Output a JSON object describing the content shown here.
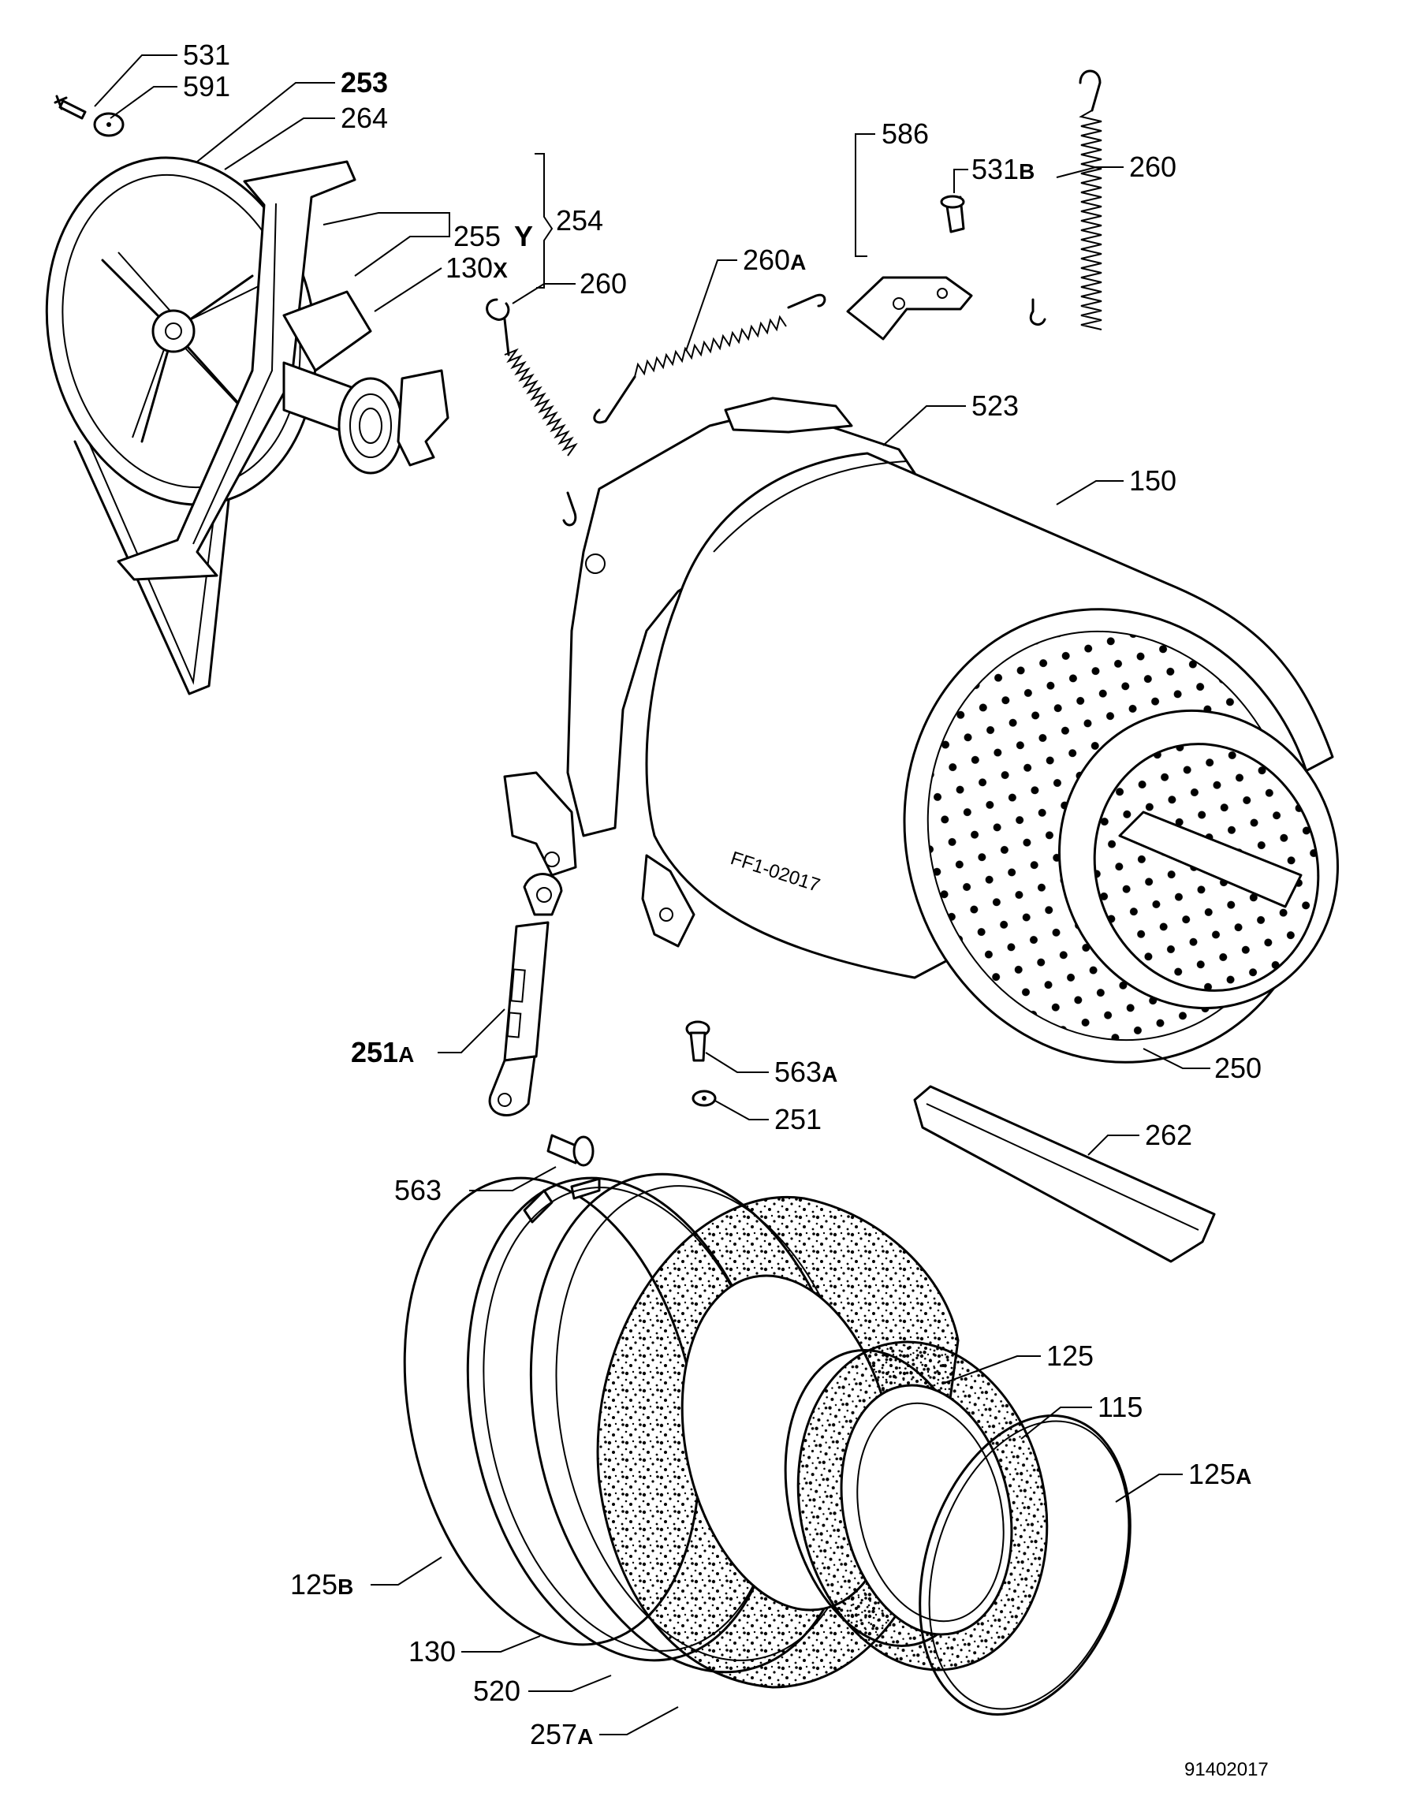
{
  "labels": {
    "l531": "531",
    "l591": "591",
    "l253": "253",
    "l264": "264",
    "l255": "255",
    "lY": "Y",
    "l254": "254",
    "l130x": "130",
    "l130x_suffix": "X",
    "l260a": "260",
    "l260b": "260",
    "l260A": "260",
    "l260A_suffix": "A",
    "l586": "586",
    "l531B": "531",
    "l531B_suffix": "B",
    "l523": "523",
    "l150": "150",
    "l251A": "251",
    "l251A_suffix": "A",
    "l563A": "563",
    "l563A_suffix": "A",
    "l251": "251",
    "l250": "250",
    "l563": "563",
    "l262": "262",
    "l125": "125",
    "l115": "115",
    "l125A": "125",
    "l125A_suffix": "A",
    "l125B": "125",
    "l125B_suffix": "B",
    "l130": "130",
    "l520": "520",
    "l257A": "257",
    "l257A_suffix": "A"
  },
  "drum_stamp": "FF1-02017",
  "doc_number": "91402017"
}
